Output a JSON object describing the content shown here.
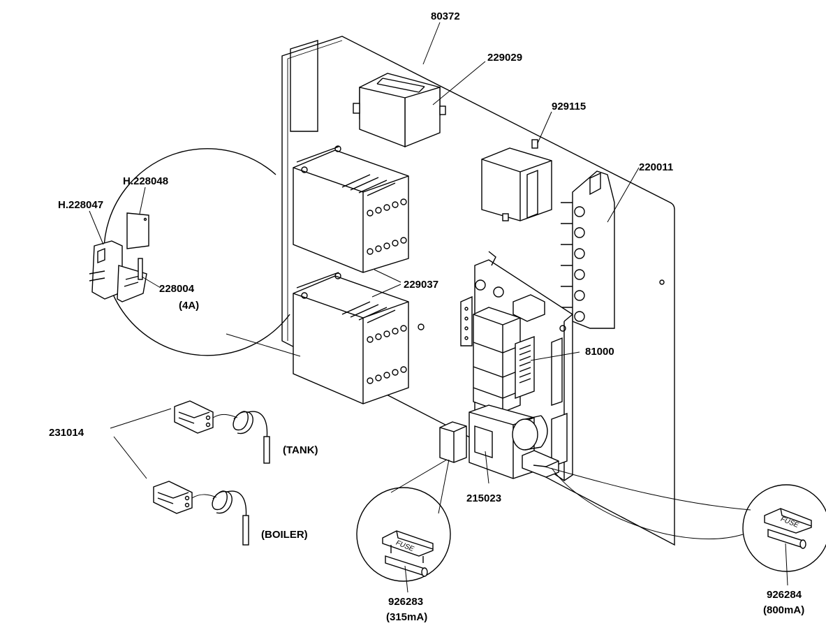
{
  "labels": {
    "plate": "80372",
    "transformer": "229029",
    "relay": "929115",
    "terminal_block": "220011",
    "fuse_holder_small": "H.228048",
    "fuse_holder_base": "H.228047",
    "fuse_4a_code": "228004",
    "fuse_4a_rating": "(4A)",
    "contactor": "229037",
    "control_board": "81000",
    "thermostat": "231014",
    "tank": "(TANK)",
    "boiler": "(BOILER)",
    "capacitor_block": "215023",
    "fuse_315_code": "926283",
    "fuse_315_rating": "(315mA)",
    "fuse_800_code": "926284",
    "fuse_800_rating": "(800mA)",
    "fuse_cap_text_left": "FUSE",
    "fuse_cap_text_right": "FUSE"
  }
}
